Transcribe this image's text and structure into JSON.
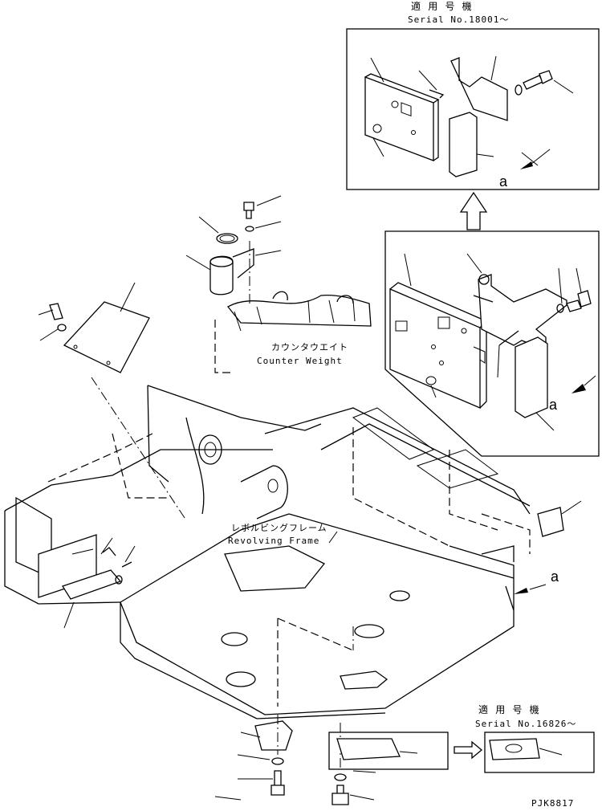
{
  "labels": {
    "top_inset_applicable": "適 用 号 機",
    "top_inset_serial": "Serial No.18001～",
    "bottom_inset_applicable": "適 用 号 機",
    "bottom_inset_serial": "Serial No.16826～",
    "counterweight_jp": "カウンタウエイト",
    "counterweight_en": "Counter Weight",
    "revolving_frame_jp": "レボルビングフレーム",
    "revolving_frame_en": "Revolving Frame",
    "view_ref_top": "a",
    "view_ref_mid": "a",
    "view_ref_main": "a",
    "drawing_number": "PJK8817"
  },
  "colors": {
    "line": "#000000",
    "background": "#ffffff"
  }
}
